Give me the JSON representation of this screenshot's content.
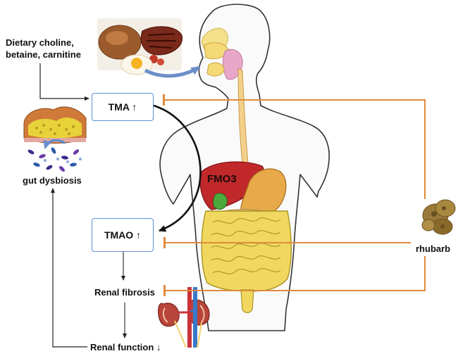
{
  "diet": {
    "line1": "Dietary choline,",
    "line2": "betaine, carnitine"
  },
  "boxes": {
    "tma": "TMA ↑",
    "tmao": "TMAO ↑"
  },
  "labels": {
    "gut": "gut dysbiosis",
    "fmo3": "FMO3",
    "rhubarb": "rhubarb",
    "fibrosis": "Renal fibrosis",
    "function": "Renal function ↓"
  },
  "colors": {
    "inhibit": "#e08a3c",
    "box_border": "#5b8fd6",
    "food_arrow": "#6a8ec8",
    "fmo3_text": "#c0141c"
  }
}
